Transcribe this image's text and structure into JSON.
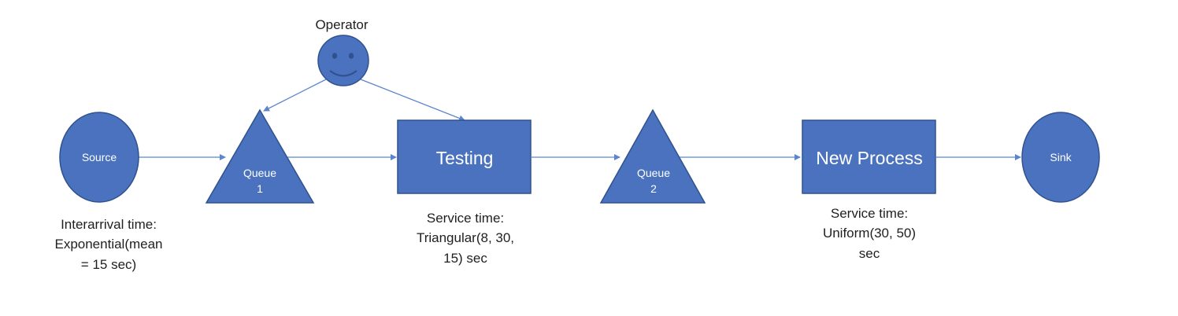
{
  "diagram": {
    "operator": {
      "label": "Operator"
    },
    "source": {
      "label": "Source",
      "caption": [
        "Interarrival time:",
        "Exponential(mean",
        "= 15 sec)"
      ]
    },
    "queue1": {
      "label": [
        "Queue",
        "1"
      ]
    },
    "testing": {
      "label": "Testing",
      "caption": [
        "Service time:",
        "Triangular(8, 30,",
        "15) sec"
      ]
    },
    "queue2": {
      "label": [
        "Queue",
        "2"
      ]
    },
    "new_process": {
      "label": "New Process",
      "caption": [
        "Service time:",
        "Uniform(30, 50)",
        "sec"
      ]
    },
    "sink": {
      "label": "Sink"
    }
  },
  "colors": {
    "shape_fill": "#4a72be",
    "shape_stroke": "#2f528f",
    "arrow": "#5b86cf",
    "text_on_shape": "#ffffff",
    "caption": "#1f1f1f"
  }
}
